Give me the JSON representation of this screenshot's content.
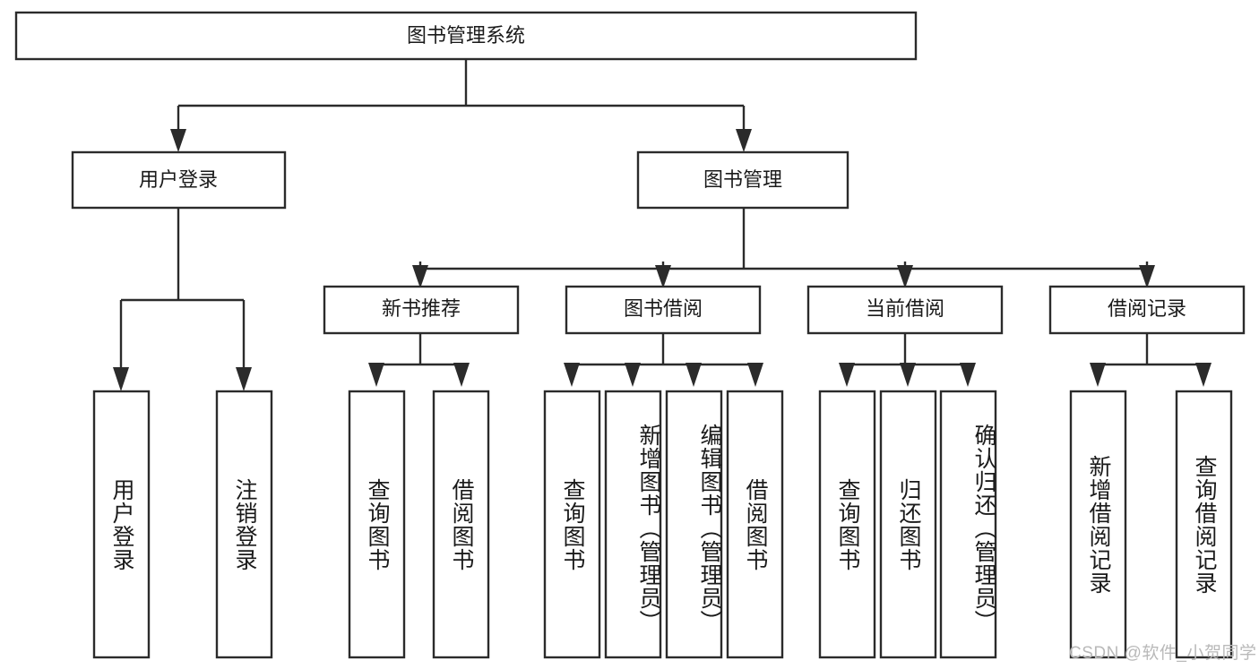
{
  "diagram": {
    "title": "图书管理系统",
    "type": "tree-hierarchy",
    "theme": {
      "box_fill": "#ffffff",
      "box_stroke": "#2b2b2b",
      "text_color": "#1a1a1a",
      "background": "#ffffff",
      "watermark_color": "#b9b9b9"
    },
    "root": {
      "label": "图书管理系统"
    },
    "level2": [
      {
        "label": "用户登录"
      },
      {
        "label": "图书管理"
      }
    ],
    "level3": [
      {
        "label": "新书推荐"
      },
      {
        "label": "图书借阅"
      },
      {
        "label": "当前借阅"
      },
      {
        "label": "借阅记录"
      }
    ],
    "leaves": {
      "user_login": [
        {
          "label": "用户登录"
        },
        {
          "label": "注销登录"
        }
      ],
      "new_book_recommend": [
        {
          "label": "查询图书"
        },
        {
          "label": "借阅图书"
        }
      ],
      "book_borrow": [
        {
          "label": "查询图书"
        },
        {
          "label": "新增图书（管理员）"
        },
        {
          "label": "编辑图书（管理员）"
        },
        {
          "label": "借阅图书"
        }
      ],
      "current_borrow": [
        {
          "label": "查询图书"
        },
        {
          "label": "归还图书"
        },
        {
          "label": "确认归还（管理员）"
        }
      ],
      "borrow_record": [
        {
          "label": "新增借阅记录"
        },
        {
          "label": "查询借阅记录"
        }
      ]
    }
  },
  "watermark": {
    "text": "CSDN @软件_小贺同学"
  }
}
